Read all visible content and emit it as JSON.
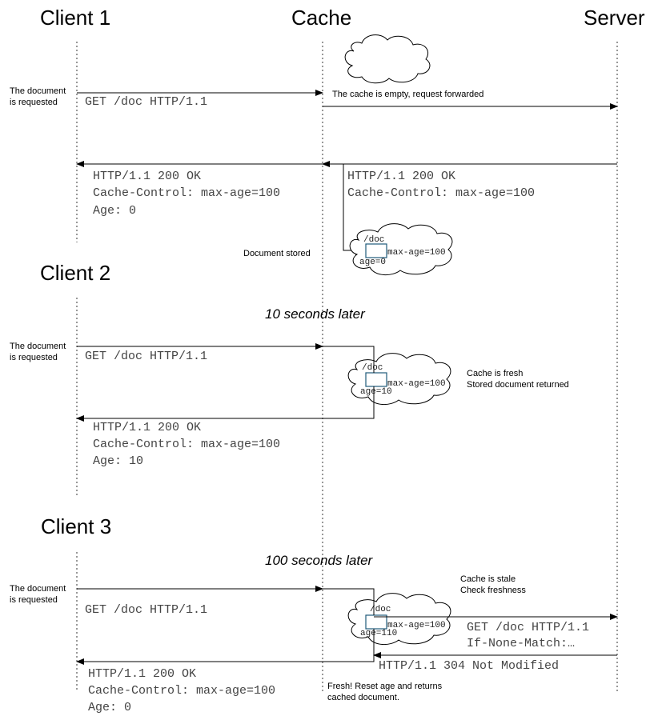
{
  "headers": {
    "client1": "Client 1",
    "cache": "Cache",
    "server": "Server",
    "client2": "Client 2",
    "client3": "Client 3"
  },
  "delays": {
    "ten": "10 seconds later",
    "hundred": "100 seconds later"
  },
  "notes": {
    "doc_requested_1a": "The document",
    "doc_requested_1b": "is requested",
    "doc_requested_2a": "The document",
    "doc_requested_2b": "is requested",
    "doc_requested_3a": "The document",
    "doc_requested_3b": "is requested",
    "cache_empty": "The cache is empty, request forwarded",
    "doc_stored": "Document stored",
    "fresh_a": "Cache is fresh",
    "fresh_b": "Stored document returned",
    "stale_a": "Cache is stale",
    "stale_b": "Check freshness",
    "reset_a": "Fresh! Reset age and returns",
    "reset_b": "cached document."
  },
  "messages": {
    "get": "GET /doc HTTP/1.1",
    "status_ok": "HTTP/1.1 200 OK",
    "cache_control": "Cache-Control: max-age=100",
    "age0": "Age: 0",
    "age10": "Age: 10",
    "if_none_match": "If-None-Match:…",
    "not_modified": "HTTP/1.1 304 Not Modified"
  },
  "clouds": {
    "doc_label": "/doc",
    "max_age": "max-age=100",
    "age_0": "age=0",
    "age_10": "age=10",
    "age_110": "age=110"
  }
}
